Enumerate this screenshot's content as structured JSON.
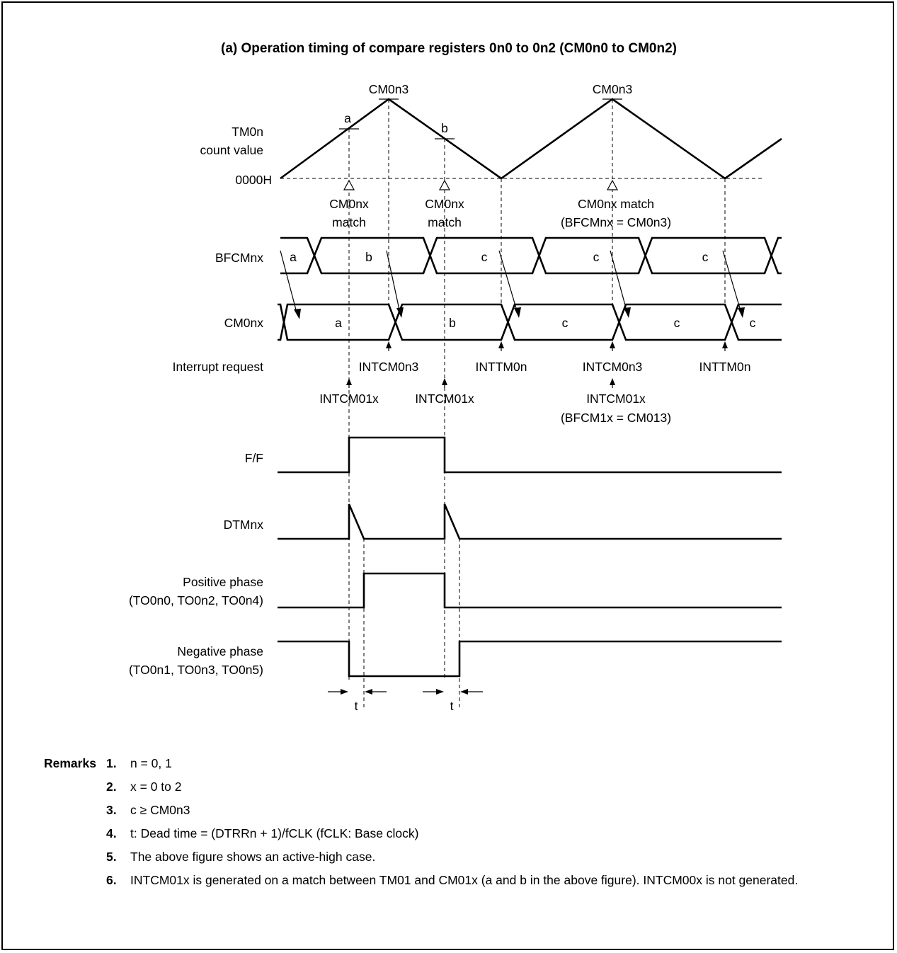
{
  "title": "(a)  Operation timing of compare registers 0n0 to 0n2 (CM0n0 to CM0n2)",
  "signals": {
    "tm0n_line1": "TM0n",
    "tm0n_line2": "count value",
    "zero_label": "0000H",
    "bfcm": "BFCMnx",
    "cm0nx": "CM0nx",
    "interrupt": "Interrupt request",
    "ff": "F/F",
    "dtm": "DTMnx",
    "pos_line1": "Positive phase",
    "pos_line2": "(TO0n0, TO0n2, TO0n4)",
    "neg_line1": "Negative phase",
    "neg_line2": "(TO0n1, TO0n3, TO0n5)"
  },
  "peaks": [
    "CM0n3",
    "CM0n3"
  ],
  "markers": [
    "a",
    "b"
  ],
  "match_labels": {
    "m1_line1": "CM0nx",
    "m1_line2": "match",
    "m2_line1": "CM0nx",
    "m2_line2": "match",
    "m3_line1": "CM0nx match",
    "m3_line2": "(BFCMnx = CM0n3)"
  },
  "bfcm_values": [
    "a",
    "b",
    "c",
    "c",
    "c"
  ],
  "cm0nx_values": [
    "a",
    "b",
    "c",
    "c",
    "c"
  ],
  "interrupts_upper": [
    "INTCM0n3",
    "INTTM0n",
    "INTCM0n3",
    "INTTM0n"
  ],
  "interrupts_lower": {
    "i1": "INTCM01x",
    "i2": "INTCM01x",
    "i3_line1": "INTCM01x",
    "i3_line2": "(BFCM1x = CM013)"
  },
  "dead_time_labels": [
    "t",
    "t"
  ],
  "remarks": {
    "heading": "Remarks",
    "items": [
      {
        "num": "1.",
        "text": "n = 0, 1"
      },
      {
        "num": "2.",
        "text": "x = 0 to 2"
      },
      {
        "num": "3.",
        "text": "c ≥ CM0n3"
      },
      {
        "num": "4.",
        "text": "t: Dead time = (DTRRn + 1)/fCLK (fCLK: Base clock)"
      },
      {
        "num": "5.",
        "text": "The above figure shows an active-high case."
      },
      {
        "num": "6.",
        "text": "INTCM01x is generated on a match between TM01 and CM01x (a and b in the above figure). INTCM00x is not generated."
      }
    ]
  }
}
